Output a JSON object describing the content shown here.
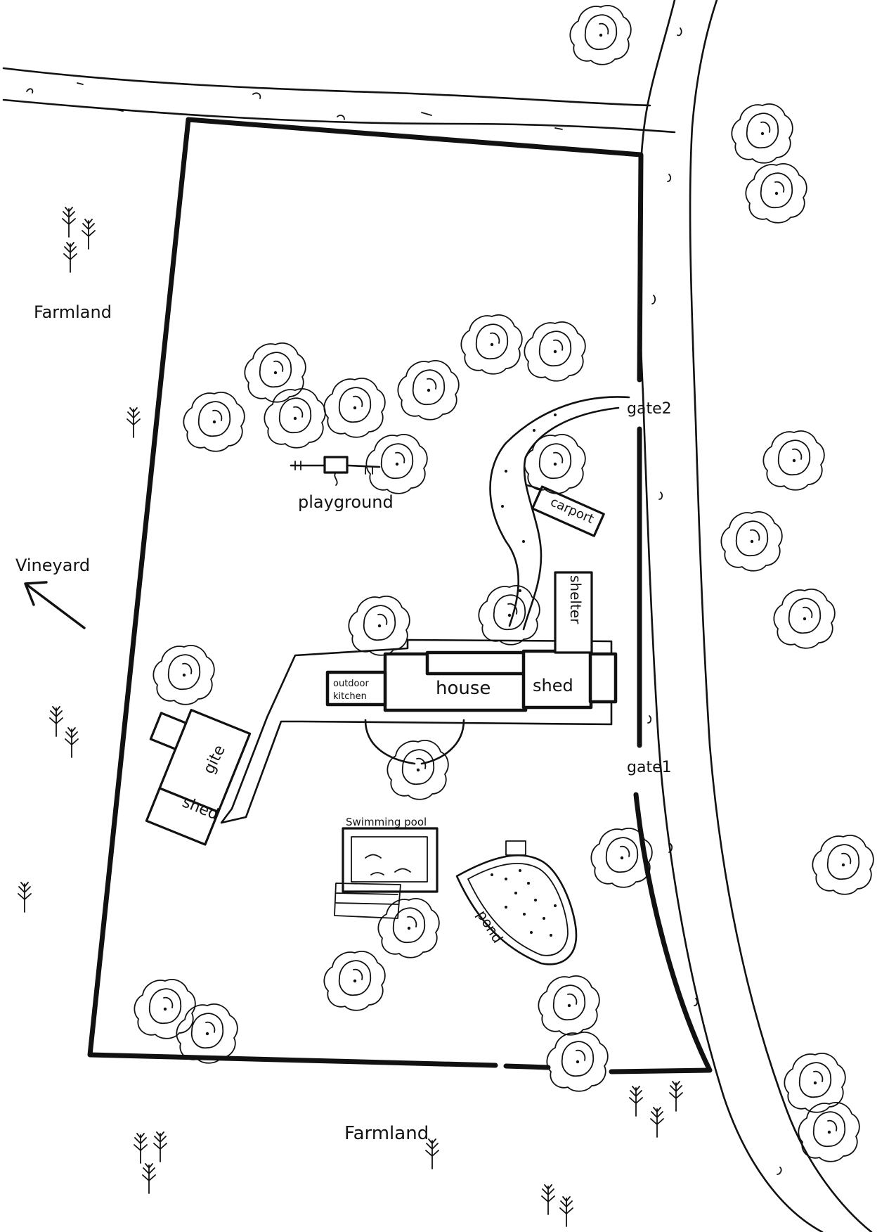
{
  "labels": {
    "farmland_west": "Farmland",
    "farmland_south": "Farmland",
    "vineyard": "Vineyard",
    "gate1": "gate1",
    "gate2": "gate2",
    "playground": "playground",
    "carport": "carport",
    "shelter": "shelter",
    "house": "house",
    "shed_east": "shed",
    "shed_west": "shed",
    "outdoor_kitchen_line1": "outdoor",
    "outdoor_kitchen_line2": "kitchen",
    "gite": "gite",
    "swimming_pool": "Swimming pool",
    "pond": "pond"
  },
  "colors": {
    "ink": "#111111",
    "paper": "#ffffff"
  },
  "icons": [
    "tree-icon",
    "grass-tuft-icon",
    "arrow-icon"
  ]
}
